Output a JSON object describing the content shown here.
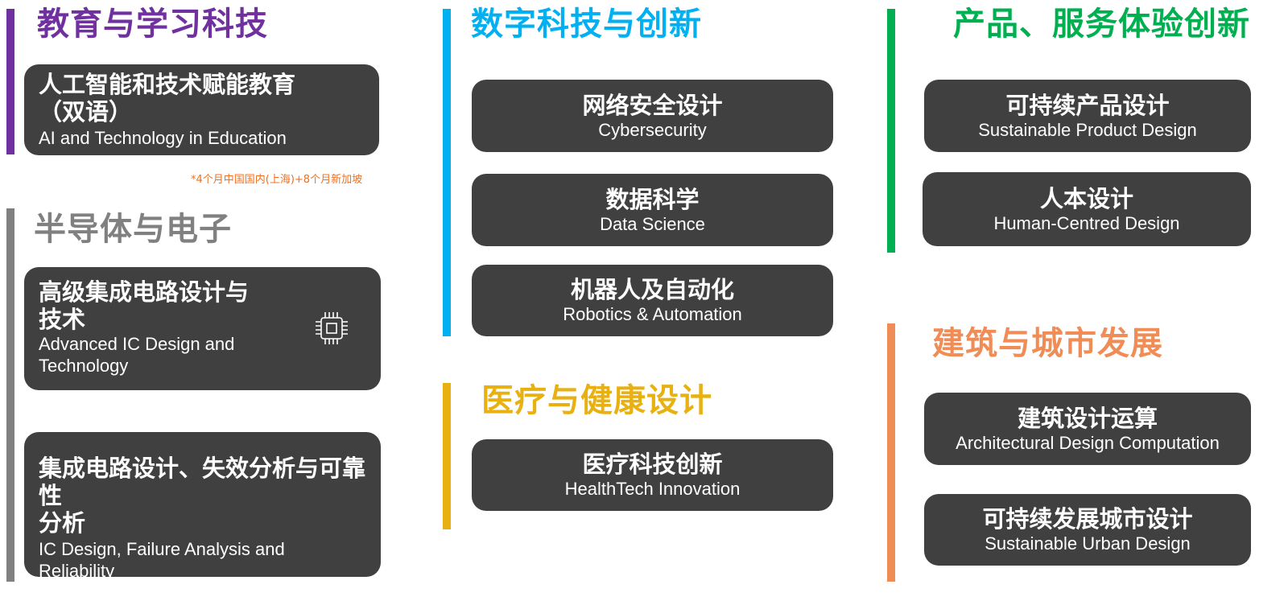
{
  "colors": {
    "education": "#7030a0",
    "semiconductor": "#808080",
    "digital": "#00b0f0",
    "healthcare": "#e8b010",
    "product": "#00b050",
    "architecture": "#f08c55",
    "card": "#404040",
    "note": "#f07020"
  },
  "education": {
    "title": "教育与学习科技",
    "card1": {
      "zh_line1": "人工智能和技术赋能教育",
      "zh_line2": "（双语）",
      "en": "AI and Technology in Education"
    },
    "note": "*4个月中国国内(上海)+8个月新加坡"
  },
  "semiconductor": {
    "title": "半导体与电子",
    "card1": {
      "zh_line1": "高级集成电路设计与",
      "zh_line2": "技术",
      "en_line1": "Advanced IC Design and",
      "en_line2": "Technology",
      "icon": "microchip-icon"
    },
    "card2": {
      "zh_line1": "集成电路设计、失效分析与可靠性",
      "zh_line2": "分析",
      "en_line1": "IC Design, Failure Analysis and",
      "en_line2": "Reliability"
    }
  },
  "digital": {
    "title": "数字科技与创新",
    "cards": [
      {
        "zh": "网络安全设计",
        "en": "Cybersecurity"
      },
      {
        "zh": "数据科学",
        "en": "Data Science"
      },
      {
        "zh": "机器人及自动化",
        "en": "Robotics & Automation"
      }
    ]
  },
  "healthcare": {
    "title": "医疗与健康设计",
    "cards": [
      {
        "zh": "医疗科技创新",
        "en": "HealthTech Innovation"
      }
    ]
  },
  "product": {
    "title": "产品、服务体验创新",
    "cards": [
      {
        "zh": "可持续产品设计",
        "en": "Sustainable Product Design"
      },
      {
        "zh": "人本设计",
        "en": "Human-Centred Design"
      }
    ]
  },
  "architecture": {
    "title": "建筑与城市发展",
    "cards": [
      {
        "zh": "建筑设计运算",
        "en": "Architectural Design Computation"
      },
      {
        "zh": "可持续发展城市设计",
        "en": "Sustainable Urban Design"
      }
    ]
  }
}
